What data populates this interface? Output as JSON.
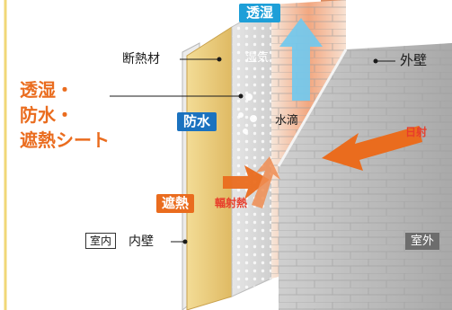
{
  "labels": {
    "moisture_permeable_top": "透湿",
    "insulation": "断熱材",
    "humidity": "湿気",
    "exterior_wall": "外壁",
    "sheet_title_line1": "透湿・",
    "sheet_title_line2": "防水・",
    "sheet_title_line3": "遮熱シート",
    "waterproof": "防水",
    "water_drop": "水滴",
    "sunlight": "日射",
    "heat_shield": "遮熱",
    "radiant_heat": "輻射熱",
    "indoor": "室内",
    "inner_wall": "内壁",
    "outdoor": "室外"
  },
  "colors": {
    "orange": "#ea6c1e",
    "blue": "#1b72bf",
    "sky_blue": "#1e9fd8",
    "red": "#e83d2b",
    "insulation_yellow": "#e8c978",
    "frame_yellow": "#f1d777"
  },
  "icons": {
    "moisture_arrow": "upward-light-blue-arrow",
    "sun_arrow": "leftward-orange-arrow",
    "reflect_arrows": "bidirectional-orange-arrows"
  }
}
